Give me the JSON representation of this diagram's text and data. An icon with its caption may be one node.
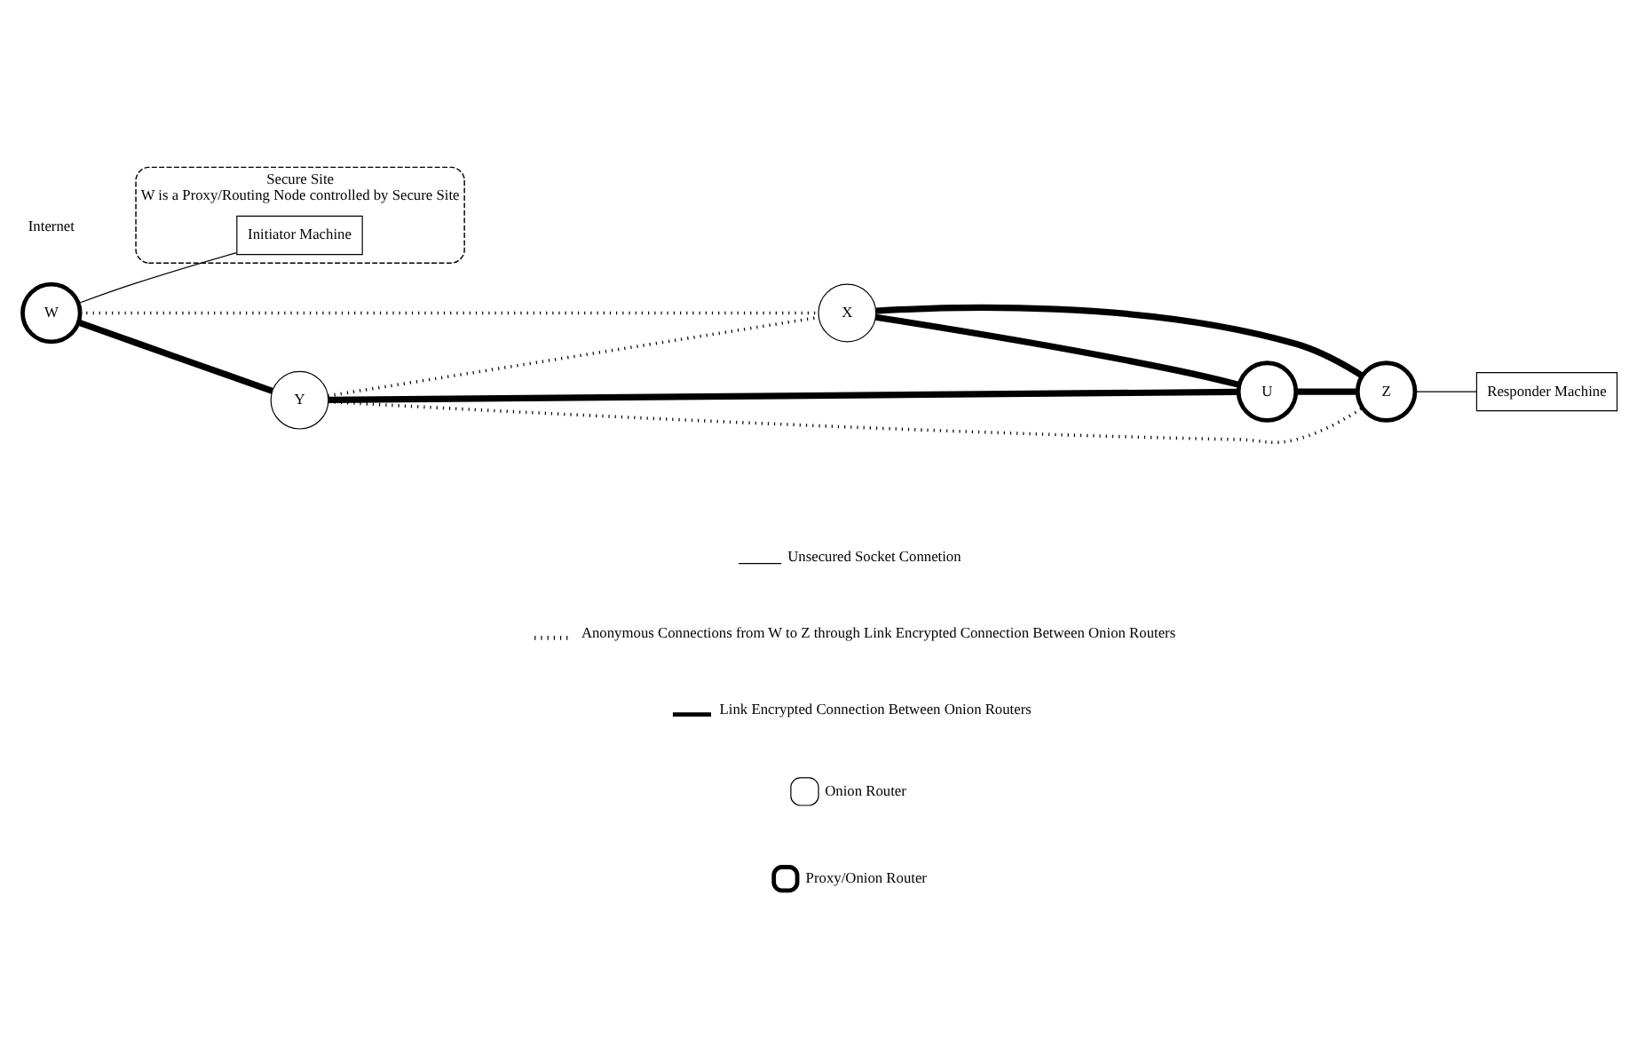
{
  "diagram": {
    "nodes": [
      {
        "text": [
          "Secure Site",
          "W is a Proxy/Routing Node controlled by Secure Site"
        ]
      },
      {
        "text": [
          "W"
        ]
      },
      {
        "text": [
          "X"
        ]
      },
      {
        "text": [
          "U"
        ]
      },
      {
        "text": [
          "Initiator Machine"
        ],
        "in": 0
      },
      {
        "text": [
          "Y"
        ]
      },
      {
        "text": [
          "Z"
        ]
      },
      {
        "text": [
          "Responder Machine"
        ]
      }
    ],
    "edges": [
      {
        "from": 1,
        "to": 2,
        "arrow": "none",
        "style": "dashed"
      },
      {
        "from": 1,
        "to": 5,
        "arrow": "none",
        "style": "thick"
      },
      {
        "from": 2,
        "to": 3,
        "arrow": "none",
        "style": "thick"
      },
      {
        "from": 2,
        "to": 6,
        "arrow": "none",
        "style": "thick"
      },
      {
        "from": 5,
        "to": 2,
        "arrow": "none",
        "style": "dashed"
      },
      {
        "from": 5,
        "to": 3,
        "arrow": "none",
        "style": "thick"
      },
      {
        "from": 3,
        "to": 6,
        "arrow": "none",
        "style": "thick"
      },
      {
        "from": 5,
        "to": 6,
        "arrow": "none",
        "style": "dashed"
      },
      {
        "from": 1,
        "to": 4,
        "arrow": "none"
      },
      {
        "from": 6,
        "to": 7,
        "arrow": "none"
      }
    ],
    "labels": [
      "Internet"
    ],
    "legend": [
      {
        "text": "Unsecured Socket Connetion"
      },
      {
        "text": "Anonymous Connections from W to Z through Link Encrypted Connection Between Onion Routers"
      },
      {
        "text": "Link Encrypted Connection Between Onion Routers"
      },
      {
        "text": "Onion Router"
      },
      {
        "text": "Proxy/Onion Router"
      }
    ]
  }
}
